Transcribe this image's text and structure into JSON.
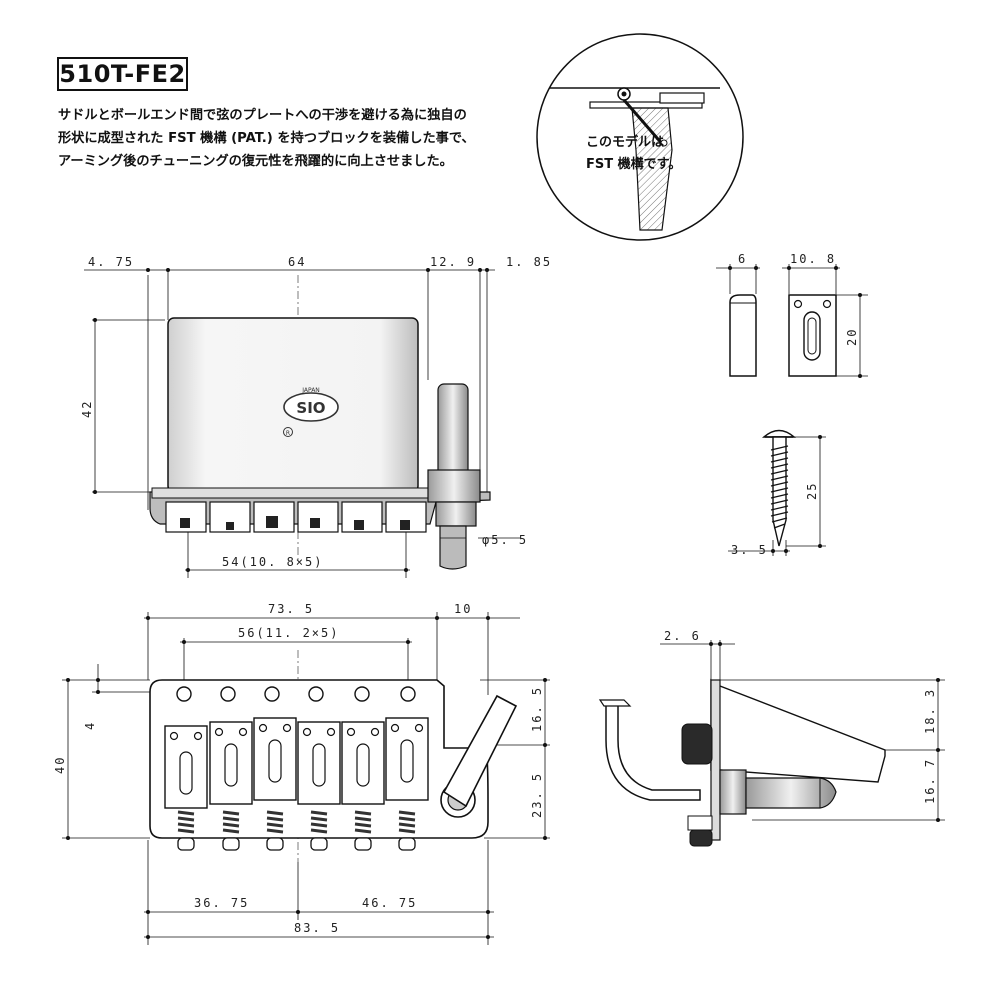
{
  "model": "510T-FE2",
  "description": [
    "サドルとボールエンド間で弦のプレートへの干渉を避ける為に独自の",
    "形状に成型された FST 機構 (PAT.) を持つブロックを装備した事で、",
    "アーミング後のチューニングの復元性を飛躍的に向上させました。"
  ],
  "detail_callout": [
    "このモデルは",
    "FST 機構です。"
  ],
  "logo": {
    "text": "SIO",
    "sub": "JAPAN",
    "registered": "R"
  },
  "top_view_dims": {
    "left_offset": "4. 75",
    "block_width": "64",
    "post_offset": "12. 9",
    "post_diameter_gap": "1. 85",
    "height": "42",
    "saddle_span": "54(10. 8×5)",
    "arm_diameter": "φ5. 5"
  },
  "saddle_dims": {
    "width": "6",
    "length": "10. 8",
    "height": "20"
  },
  "screw_dims": {
    "length": "25",
    "diameter": "3. 5"
  },
  "plate_view_dims": {
    "arm_offset": "10",
    "plate_length": "73. 5",
    "hole_span": "56(11. 2×5)",
    "width": "40",
    "hole_offset": "4",
    "upper": "16. 5",
    "lower": "23. 5",
    "left_part": "36. 75",
    "right_part": "46. 75",
    "total": "83. 5"
  },
  "side_view_dims": {
    "plate_thickness": "2. 6",
    "upper": "18. 3",
    "lower": "16. 7"
  },
  "colors": {
    "ink": "#111111",
    "metal": "#e8e8e8",
    "dark": "#2a2a2a",
    "spring": "#555555"
  }
}
